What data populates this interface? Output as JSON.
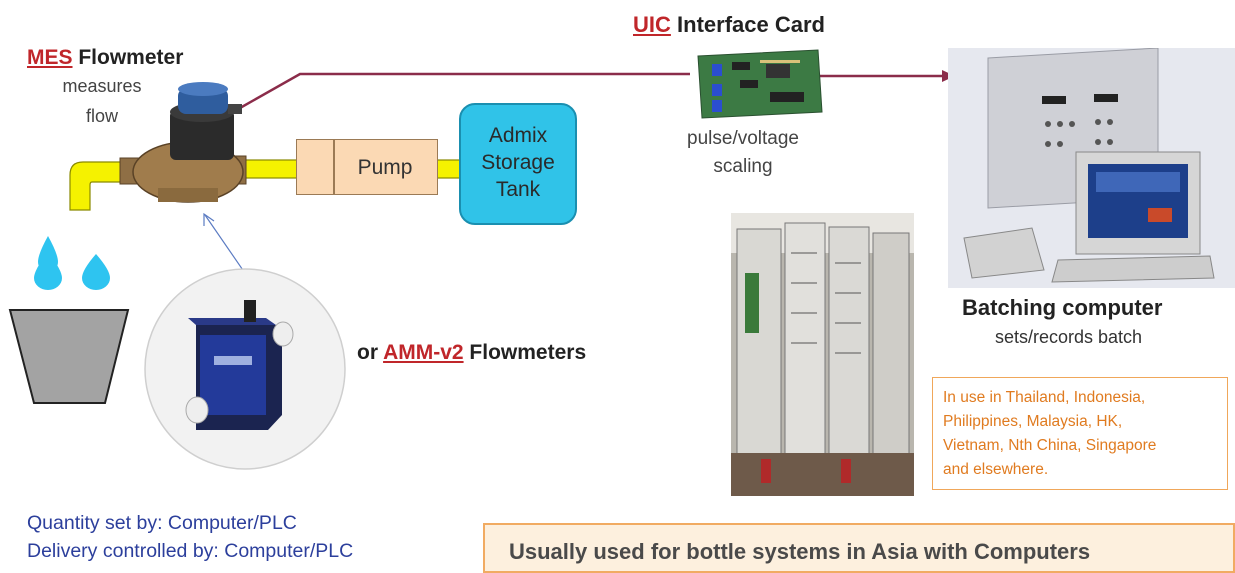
{
  "mes_flowmeter": {
    "brand": "MES",
    "name": "Flowmeter",
    "caption_line1": "measures",
    "caption_line2": "flow"
  },
  "uic_card": {
    "brand": "UIC",
    "name": "Interface Card",
    "caption_line1": "pulse/voltage",
    "caption_line2": "scaling"
  },
  "pump": {
    "label": "Pump"
  },
  "tank": {
    "line1": "Admix",
    "line2": "Storage",
    "line3": "Tank"
  },
  "amm": {
    "prefix": "or",
    "brand": "AMM-v2",
    "name": "Flowmeters"
  },
  "batching_computer": {
    "title": "Batching computer",
    "subtitle": "sets/records batch"
  },
  "usage_note": {
    "line1": "In use in Thailand, Indonesia,",
    "line2": "Philippines, Malaysia, HK,",
    "line3": "Vietnam, Nth China, Singapore",
    "line4": "and elsewhere."
  },
  "footer": {
    "quantity": "Quantity set by: Computer/PLC",
    "delivery": "Delivery controlled by: Computer/PLC",
    "banner": "Usually used for bottle systems in Asia with Computers"
  },
  "colors": {
    "accent_red": "#c0262a",
    "signal_line": "#8b2c4a",
    "pipe_yellow": "#f5f200",
    "tank_cyan": "#30c3e8",
    "note_orange": "#e07b20",
    "note_blue": "#2c3f9c"
  }
}
